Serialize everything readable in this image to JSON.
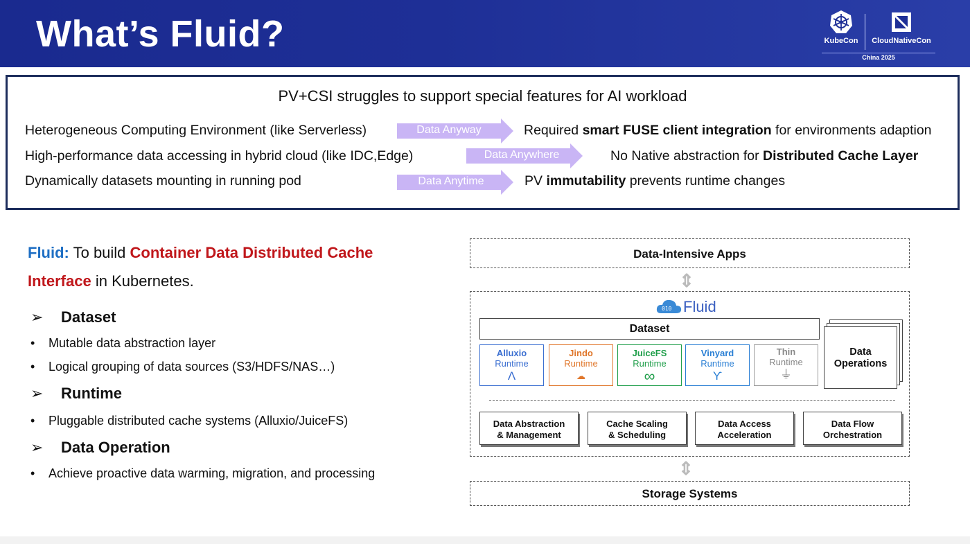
{
  "header": {
    "title": "What’s Fluid?",
    "logos": {
      "kubecon": "KubeCon",
      "cloudnativecon": "CloudNativeCon",
      "event": "China 2025"
    }
  },
  "problems": {
    "heading": "PV+CSI struggles to support special features for AI workload",
    "rows": [
      {
        "need": "Heterogeneous Computing Environment (like Serverless)",
        "arrow": "Data Anyway",
        "result_pre": "Required ",
        "result_bold": "smart FUSE client integration",
        "result_post": " for environments adaption"
      },
      {
        "need": "High-performance data accessing in hybrid cloud (like IDC,Edge)",
        "arrow": "Data Anywhere",
        "result_pre": "No Native abstraction for ",
        "result_bold": "Distributed Cache Layer",
        "result_post": ""
      },
      {
        "need": "Dynamically datasets mounting in running pod",
        "arrow": "Data Anytime",
        "result_pre": "PV ",
        "result_bold": "immutability",
        "result_post": " prevents runtime changes"
      }
    ]
  },
  "intro": {
    "fluid": "Fluid:",
    "to_build": " To build ",
    "highlight_1": "Container Data Distributed Cache",
    "highlight_2": "Interface",
    "suffix": " in Kubernetes."
  },
  "sections": [
    {
      "title": "Dataset",
      "bullets": [
        "Mutable data abstraction layer",
        "Logical grouping of data sources (S3/HDFS/NAS…)"
      ]
    },
    {
      "title": "Runtime",
      "bullets": [
        "Pluggable distributed cache systems (Alluxio/JuiceFS)"
      ]
    },
    {
      "title": "Data Operation",
      "bullets": [
        "Achieve proactive data warming, migration, and processing"
      ]
    }
  ],
  "diagram": {
    "apps": "Data-Intensive Apps",
    "fluid_logo": "Fluid",
    "dataset": "Dataset",
    "data_operations": "Data Operations",
    "runtimes": [
      {
        "name": "Alluxio",
        "kind": "Runtime",
        "color": "#3b6fd1",
        "icon": "A"
      },
      {
        "name": "Jindo",
        "kind": "Runtime",
        "color": "#e0762a",
        "icon": "jindo"
      },
      {
        "name": "JuiceFS",
        "kind": "Runtime",
        "color": "#1f9e4a",
        "icon": "∞"
      },
      {
        "name": "Vinyard",
        "kind": "Runtime",
        "color": "#2a7fd4",
        "icon": "Y"
      },
      {
        "name": "Thin",
        "kind": "Runtime",
        "color": "#888888",
        "icon": "plug"
      }
    ],
    "operations": [
      {
        "line1": "Data Abstraction",
        "line2": "& Management"
      },
      {
        "line1": "Cache Scaling",
        "line2": "& Scheduling"
      },
      {
        "line1": "Data Access",
        "line2": "Acceleration"
      },
      {
        "line1": "Data Flow",
        "line2": "Orchestration"
      }
    ],
    "storage": "Storage Systems"
  }
}
